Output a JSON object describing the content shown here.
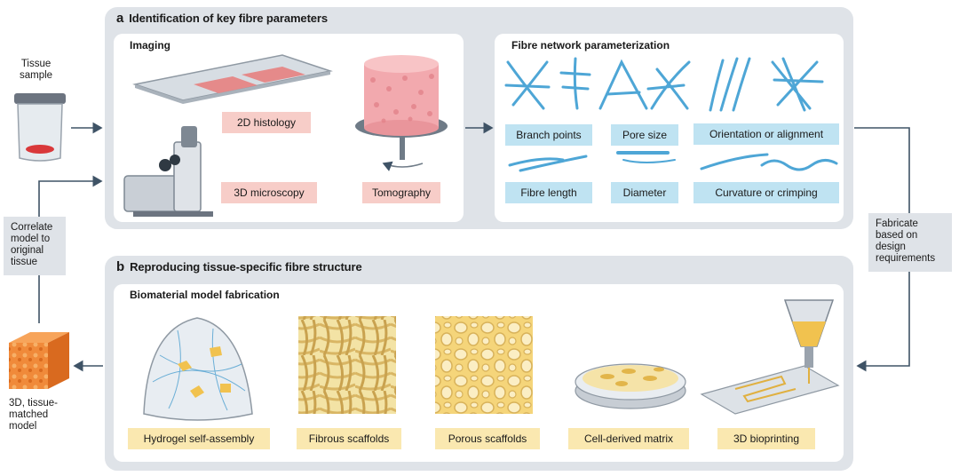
{
  "panel_a": {
    "letter": "a",
    "title": "Identification of key fibre parameters",
    "imaging": {
      "title": "Imaging",
      "labels": [
        "2D histology",
        "3D microscopy",
        "Tomography"
      ]
    },
    "parameterization": {
      "title": "Fibre network parameterization",
      "labels": [
        "Branch points",
        "Pore size",
        "Orientation or alignment",
        "Fibre length",
        "Diameter",
        "Curvature or crimping"
      ]
    }
  },
  "panel_b": {
    "letter": "b",
    "title": "Reproducing tissue-specific fibre structure",
    "fabrication": {
      "title": "Biomaterial model fabrication",
      "labels": [
        "Hydrogel self-assembly",
        "Fibrous scaffolds",
        "Porous scaffolds",
        "Cell-derived matrix",
        "3D bioprinting"
      ]
    }
  },
  "side": {
    "tissue_sample": [
      "Tissue",
      "sample"
    ],
    "correlate": [
      "Correlate",
      "model to",
      "original",
      "tissue"
    ],
    "fabricate": [
      "Fabricate",
      "based on",
      "design",
      "requirements"
    ],
    "model": [
      "3D, tissue-",
      "matched",
      "model"
    ]
  },
  "colors": {
    "panel_bg": "#dfe3e8",
    "pink_label": "#f7cdc8",
    "blue_label": "#bfe3f2",
    "yellow_label": "#fae8b0",
    "fibre_blue": "#4ea6d6",
    "arrow": "#3f5366"
  }
}
